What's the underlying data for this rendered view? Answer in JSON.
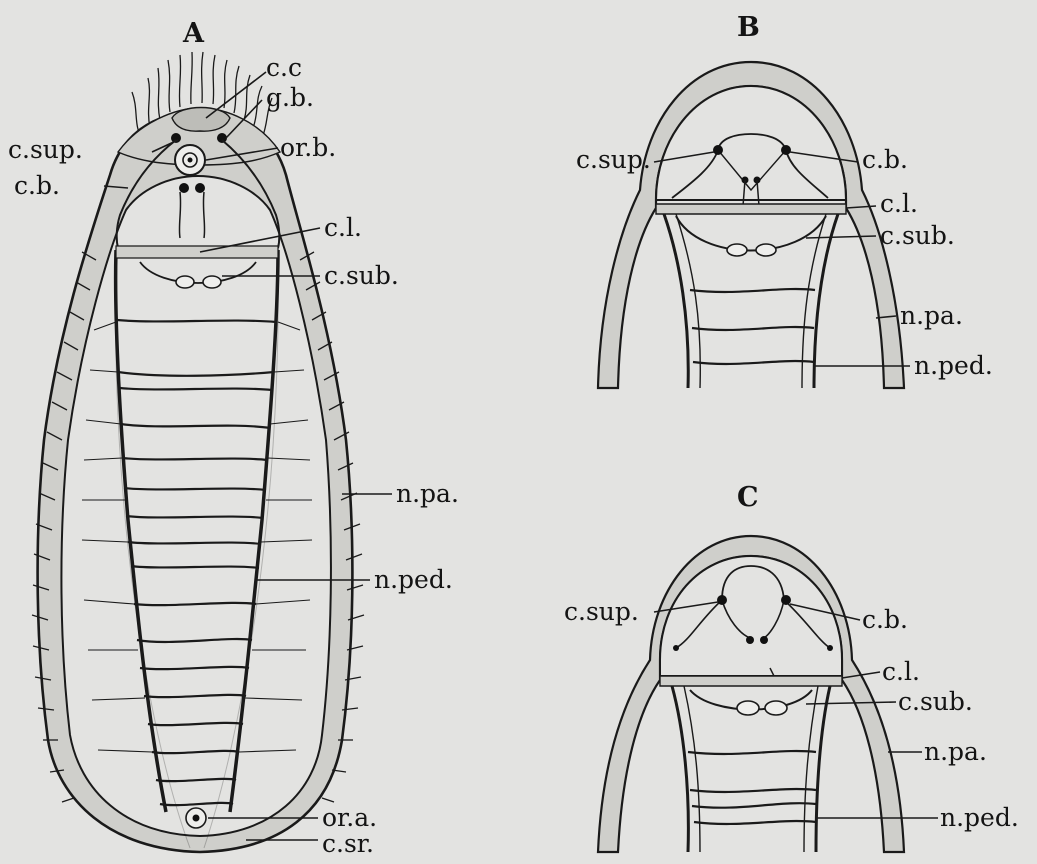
{
  "figure": {
    "panels": [
      {
        "title": "A",
        "labels": {
          "cc": "c.c",
          "gb": "g.b.",
          "csup": "c.sup.",
          "orb": "or.b.",
          "cb": "c.b.",
          "cl": "c.l.",
          "csub": "c.sub.",
          "npa": "n.pa.",
          "nped": "n.ped.",
          "ora": "or.a.",
          "csr": "c.sr."
        }
      },
      {
        "title": "B",
        "labels": {
          "csup": "c.sup.",
          "cb": "c.b.",
          "cl": "c.l.",
          "csub": "c.sub.",
          "npa": "n.pa.",
          "nped": "n.ped."
        }
      },
      {
        "title": "C",
        "labels": {
          "csup": "c.sup.",
          "cb": "c.b.",
          "cl": "c.l.",
          "csub": "c.sub.",
          "npa": "n.pa.",
          "nped": "n.ped."
        }
      }
    ]
  }
}
